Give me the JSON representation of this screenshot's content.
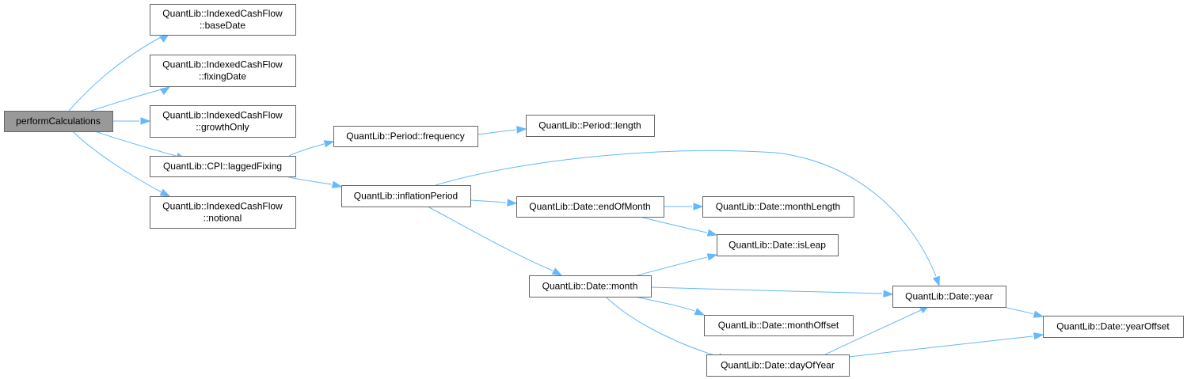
{
  "graph": {
    "edge_color": "#63b8ff",
    "root_fill": "#999999",
    "node_fill": "#ffffff",
    "node_stroke": "#666666",
    "nodes": [
      {
        "id": "performCalculations",
        "lines": [
          "performCalculations"
        ],
        "root": true
      },
      {
        "id": "baseDate",
        "lines": [
          "QuantLib::IndexedCashFlow",
          "::baseDate"
        ]
      },
      {
        "id": "fixingDate",
        "lines": [
          "QuantLib::IndexedCashFlow",
          "::fixingDate"
        ]
      },
      {
        "id": "growthOnly",
        "lines": [
          "QuantLib::IndexedCashFlow",
          "::growthOnly"
        ]
      },
      {
        "id": "laggedFixing",
        "lines": [
          "QuantLib::CPI::laggedFixing"
        ]
      },
      {
        "id": "notional",
        "lines": [
          "QuantLib::IndexedCashFlow",
          "::notional"
        ]
      },
      {
        "id": "frequency",
        "lines": [
          "QuantLib::Period::frequency"
        ]
      },
      {
        "id": "length",
        "lines": [
          "QuantLib::Period::length"
        ]
      },
      {
        "id": "inflationPeriod",
        "lines": [
          "QuantLib::inflationPeriod"
        ]
      },
      {
        "id": "endOfMonth",
        "lines": [
          "QuantLib::Date::endOfMonth"
        ]
      },
      {
        "id": "monthLength",
        "lines": [
          "QuantLib::Date::monthLength"
        ]
      },
      {
        "id": "isLeap",
        "lines": [
          "QuantLib::Date::isLeap"
        ]
      },
      {
        "id": "month",
        "lines": [
          "QuantLib::Date::month"
        ]
      },
      {
        "id": "year",
        "lines": [
          "QuantLib::Date::year"
        ]
      },
      {
        "id": "monthOffset",
        "lines": [
          "QuantLib::Date::monthOffset"
        ]
      },
      {
        "id": "yearOffset",
        "lines": [
          "QuantLib::Date::yearOffset"
        ]
      },
      {
        "id": "dayOfYear",
        "lines": [
          "QuantLib::Date::dayOfYear"
        ]
      }
    ],
    "edges": [
      {
        "from": "performCalculations",
        "to": "baseDate"
      },
      {
        "from": "performCalculations",
        "to": "fixingDate"
      },
      {
        "from": "performCalculations",
        "to": "growthOnly"
      },
      {
        "from": "performCalculations",
        "to": "laggedFixing"
      },
      {
        "from": "performCalculations",
        "to": "notional"
      },
      {
        "from": "laggedFixing",
        "to": "frequency"
      },
      {
        "from": "laggedFixing",
        "to": "inflationPeriod"
      },
      {
        "from": "frequency",
        "to": "length"
      },
      {
        "from": "inflationPeriod",
        "to": "endOfMonth"
      },
      {
        "from": "inflationPeriod",
        "to": "month"
      },
      {
        "from": "inflationPeriod",
        "to": "year"
      },
      {
        "from": "endOfMonth",
        "to": "monthLength"
      },
      {
        "from": "endOfMonth",
        "to": "isLeap"
      },
      {
        "from": "month",
        "to": "isLeap"
      },
      {
        "from": "month",
        "to": "year"
      },
      {
        "from": "month",
        "to": "monthOffset"
      },
      {
        "from": "month",
        "to": "dayOfYear"
      },
      {
        "from": "year",
        "to": "yearOffset"
      },
      {
        "from": "dayOfYear",
        "to": "year"
      },
      {
        "from": "dayOfYear",
        "to": "yearOffset"
      }
    ]
  }
}
